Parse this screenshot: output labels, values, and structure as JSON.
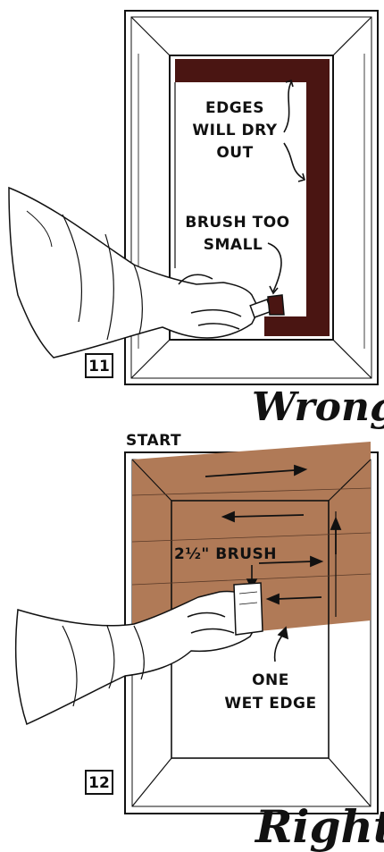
{
  "panel_top": {
    "figure_number": "11",
    "label_edges": [
      "EDGES",
      "WILL DRY",
      "OUT"
    ],
    "label_brush": [
      "BRUSH TOO",
      "SMALL"
    ],
    "verdict": "Wrong"
  },
  "panel_bottom": {
    "start_label": "START",
    "brush_label": "2½\" BRUSH",
    "label_edge": [
      "ONE",
      "WET EDGE"
    ],
    "figure_number": "12",
    "verdict": "Right"
  },
  "colors": {
    "ink": "#111111",
    "dark_paint": "#4a1512",
    "wood_paint": "#b07a57",
    "paper": "#ffffff"
  }
}
